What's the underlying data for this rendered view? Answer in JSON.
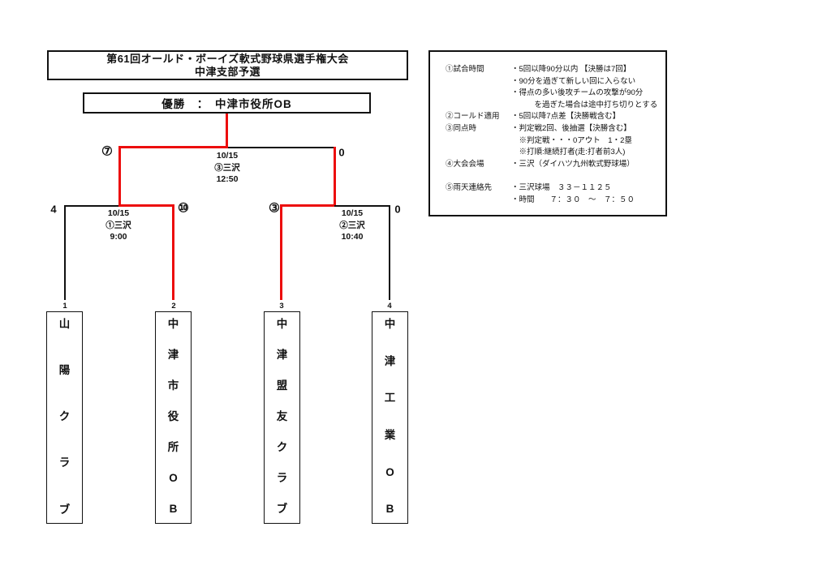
{
  "colors": {
    "line_black": "#111111",
    "advance_red": "#ec0c0c",
    "background": "#ffffff"
  },
  "title_box": {
    "line1": "第61回オールド・ボーイズ軟式野球県選手権大会",
    "line2": "中津支部予選"
  },
  "winner_box": {
    "text": "優勝　：　中津市役所OB"
  },
  "bracket": {
    "final": {
      "date": "10/15",
      "venue": "③三沢",
      "time": "12:50",
      "score_left": "⑦",
      "score_right": "0"
    },
    "semi1": {
      "date": "10/15",
      "venue": "①三沢",
      "time": "9:00",
      "score_left": "4",
      "score_right": "⑩"
    },
    "semi2": {
      "date": "10/15",
      "venue": "②三沢",
      "time": "10:40",
      "score_left": "③",
      "score_right": "0"
    }
  },
  "teams": [
    {
      "seed": "1",
      "name": "山陽クラブ"
    },
    {
      "seed": "2",
      "name": "中津市役所OB"
    },
    {
      "seed": "3",
      "name": "中津盟友クラブ"
    },
    {
      "seed": "4",
      "name": "中津工業OB"
    }
  ],
  "rules": {
    "items": [
      {
        "label": "①試合時間",
        "lines": [
          "・5回以降90分以内 【決勝は7回】",
          "・90分を過ぎて新しい回に入らない",
          "・得点の多い後攻チームの攻撃が90分",
          "　　　を過ぎた場合は途中打ち切りとする"
        ]
      },
      {
        "label": "②コールド適用",
        "lines": [
          "・5回以降7点差【決勝戦含む】"
        ]
      },
      {
        "label": "③同点時",
        "lines": [
          "・判定戦2回、後抽選【決勝含む】",
          "　※判定戦・・・0アウト　1・2塁",
          "　※打順:継続打者(走:打者前3人)"
        ]
      },
      {
        "label": "④大会会場",
        "lines": [
          "・三沢（ダイハツ九州軟式野球場）"
        ]
      },
      {
        "label": "⑤雨天連絡先",
        "lines": [
          "・三沢球場　３３－１１２５",
          "・時間　　７：３０　～　７：５０"
        ],
        "gap_before": true
      }
    ]
  }
}
